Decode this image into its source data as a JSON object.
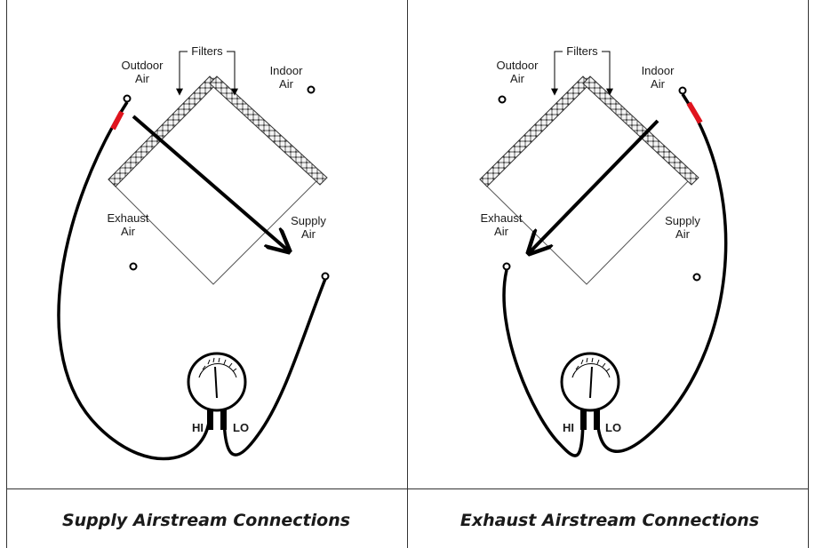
{
  "panels": [
    {
      "id": "supply",
      "caption": "Supply Airstream Connections",
      "labels": {
        "filters": "Filters",
        "outdoor": "Outdoor\nAir",
        "indoor": "Indoor\nAir",
        "exhaust": "Exhaust\nAir",
        "supply": "Supply\nAir"
      },
      "gauge": {
        "hi": "HI",
        "lo": "LO"
      }
    },
    {
      "id": "exhaust",
      "caption": "Exhaust Airstream Connections",
      "labels": {
        "filters": "Filters",
        "outdoor": "Outdoor\nAir",
        "indoor": "Indoor\nAir",
        "exhaust": "Exhaust\nAir",
        "supply": "Supply\nAir"
      },
      "gauge": {
        "hi": "HI",
        "lo": "LO"
      }
    }
  ],
  "colors": {
    "line": "#000000",
    "tube_tip": "#e0141e",
    "filter_fill": "#d8d8d8"
  }
}
